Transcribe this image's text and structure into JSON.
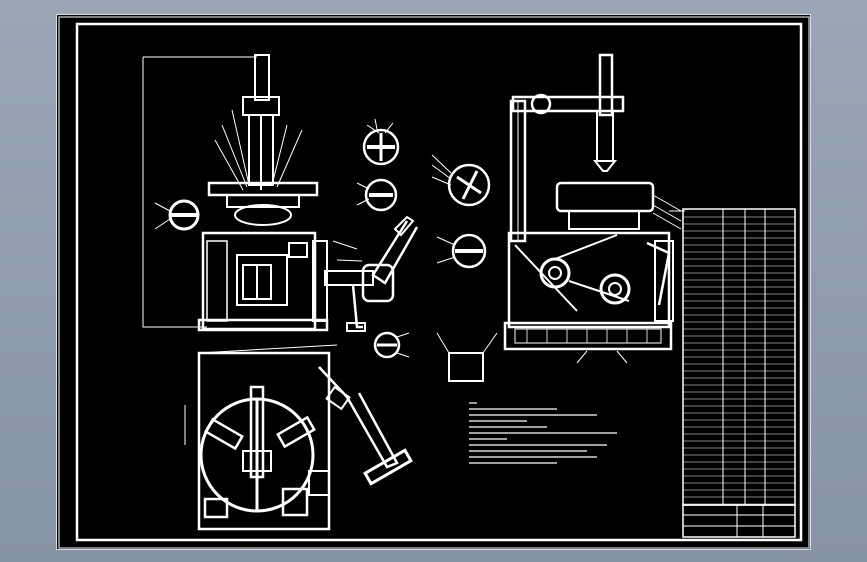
{
  "title_block": {
    "label_a": "",
    "label_b": ""
  },
  "colors": {
    "background": "#000000",
    "line": "#ffffff",
    "frame_outer": "#9aa6b6"
  },
  "views": [
    "front-view",
    "top-section-view",
    "side-view",
    "detail-views",
    "technical-notes",
    "parts-list",
    "title-block"
  ]
}
